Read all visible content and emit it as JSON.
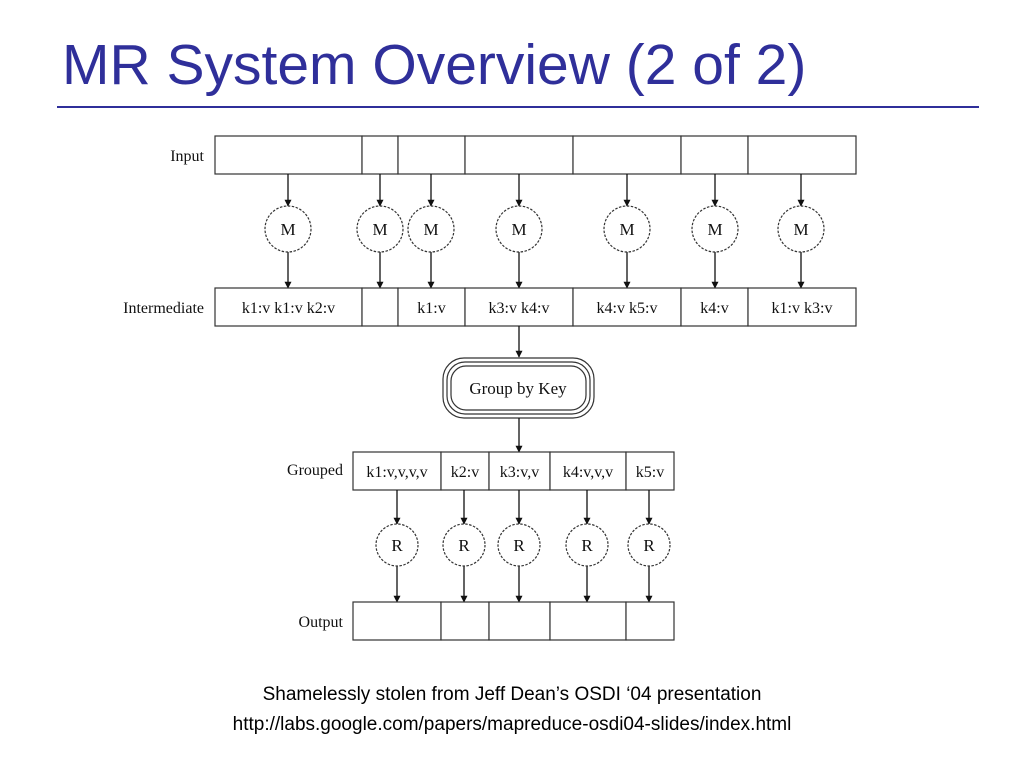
{
  "slide": {
    "title": "MR System Overview (2 of 2)",
    "caption_line_1": "Shamelessly stolen from Jeff Dean’s OSDI ‘04 presentation",
    "caption_line_2": "http://labs.google.com/papers/mapreduce-osdi04-slides/index.html"
  },
  "diagram": {
    "stages": {
      "input": "Input",
      "intermediate": "Intermediate",
      "grouped": "Grouped",
      "output": "Output"
    },
    "map_label": "M",
    "reduce_label": "R",
    "group_by_key": "Group by Key",
    "input_cells": [
      "",
      "",
      "",
      "",
      "",
      "",
      ""
    ],
    "intermediate_cells": [
      "k1:v k1:v k2:v",
      "",
      "k1:v",
      "k3:v k4:v",
      "k4:v k5:v",
      "k4:v",
      "k1:v k3:v"
    ],
    "grouped_cells": [
      "k1:v,v,v,v",
      "k2:v",
      "k3:v,v",
      "k4:v,v,v",
      "k5:v"
    ],
    "output_cells": [
      "",
      "",
      "",
      "",
      ""
    ]
  }
}
